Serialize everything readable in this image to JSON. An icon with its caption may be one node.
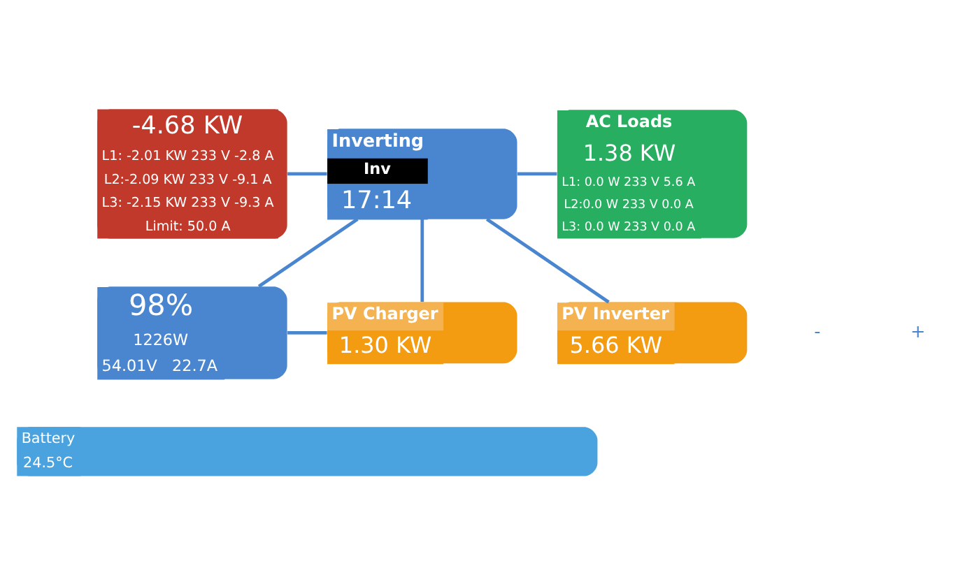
{
  "diagram": {
    "nodes": [
      {
        "text": [
          "-4.68 KW",
          "L1: -2.01 KW 233 V -2.8 A",
          "L2:-2.09 KW 233 V -9.1 A",
          "L3: -2.15 KW 233 V -9.3 A",
          "Limit: 50.0 A"
        ]
      },
      {
        "text": [
          "Inverting",
          "Inv",
          "17:14"
        ]
      },
      {
        "text": [
          "AC Loads",
          "1.38 KW",
          "L1: 0.0 W 233 V 5.6 A",
          "L2:0.0 W 233 V 0.0 A",
          "L3: 0.0 W 233 V 0.0 A"
        ]
      },
      {
        "text": [
          "98%",
          "1226W",
          "54.01V   22.7A"
        ]
      },
      {
        "text": [
          "PV Inverter",
          "5.66 KW"
        ]
      },
      {
        "text": [
          "PV Charger",
          "1.30 KW"
        ]
      },
      {
        "text": [
          "Battery",
          "24.5°C"
        ]
      }
    ],
    "edges": [
      {
        "from": 0,
        "to": 1,
        "arrow": "none"
      },
      {
        "from": 1,
        "to": 2,
        "arrow": "none"
      },
      {
        "from": 1,
        "to": 3,
        "arrow": "none"
      },
      {
        "from": 1,
        "to": 4,
        "arrow": "none"
      },
      {
        "from": 1,
        "to": 5,
        "arrow": "none"
      },
      {
        "from": 3,
        "to": 5,
        "arrow": "none"
      }
    ],
    "labels": [
      "-",
      "+"
    ]
  }
}
